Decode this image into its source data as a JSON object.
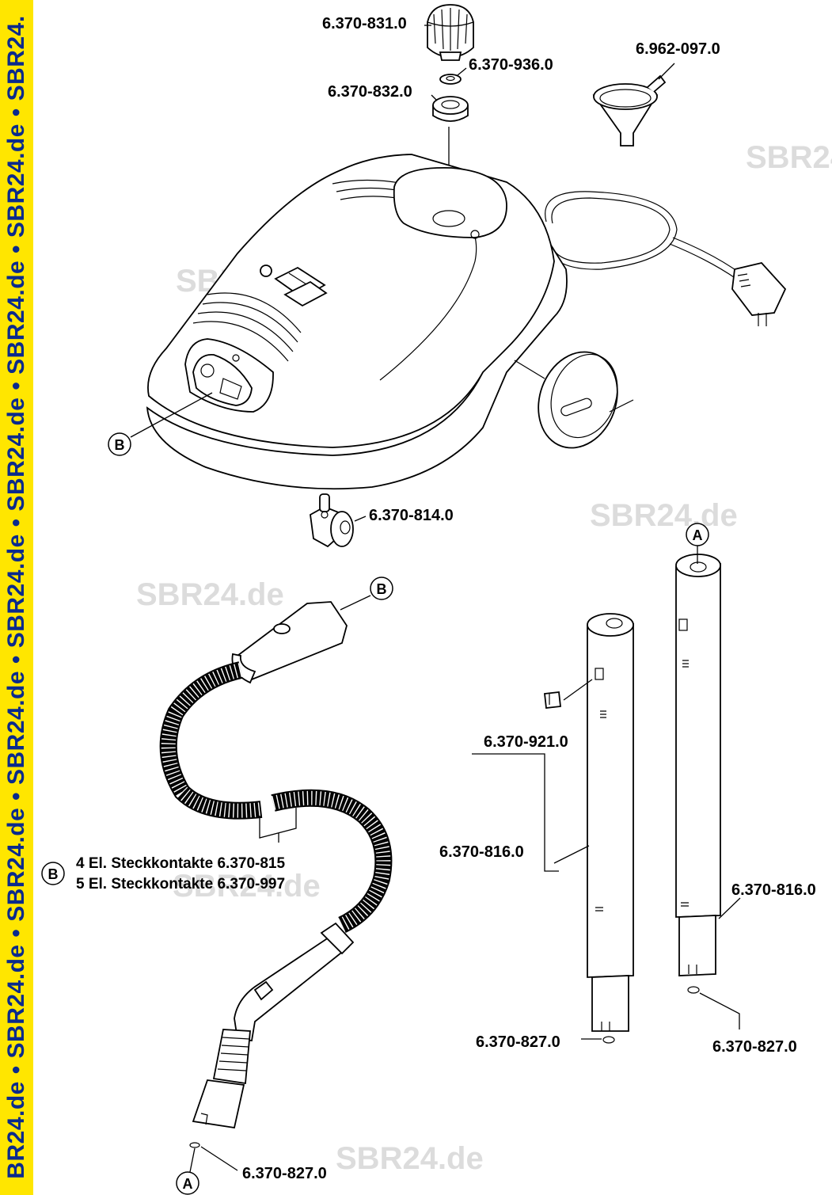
{
  "sidebar": {
    "text": "BR24.de • SBR24.de • SBR24.de • SBR24.de • SBR24.de • SBR24.de • SBR24.de • SBR24.de • SBR24."
  },
  "watermarks": [
    "SBR24.de",
    "SBR24.de",
    "SBR24.de",
    "SBR24.de",
    "SBR24.de",
    "SBR24.de"
  ],
  "callouts": {
    "cap": "6.370-831.0",
    "washer": "6.370-936.0",
    "seal": "6.370-832.0",
    "funnel": "6.962-097.0",
    "castor": "6.370-814.0",
    "switch": "6.370-921.0",
    "tube_left": "6.370-816.0",
    "tube_right": "6.370-816.0",
    "oring_left": "6.370-827.0",
    "oring_right": "6.370-827.0",
    "oring_hose": "6.370-827.0"
  },
  "markers": {
    "a": "A",
    "b": "B"
  },
  "note": {
    "line1": "4 El. Steckkontakte 6.370-815",
    "line2": "5 El. Steckkontakte 6.370-997"
  }
}
